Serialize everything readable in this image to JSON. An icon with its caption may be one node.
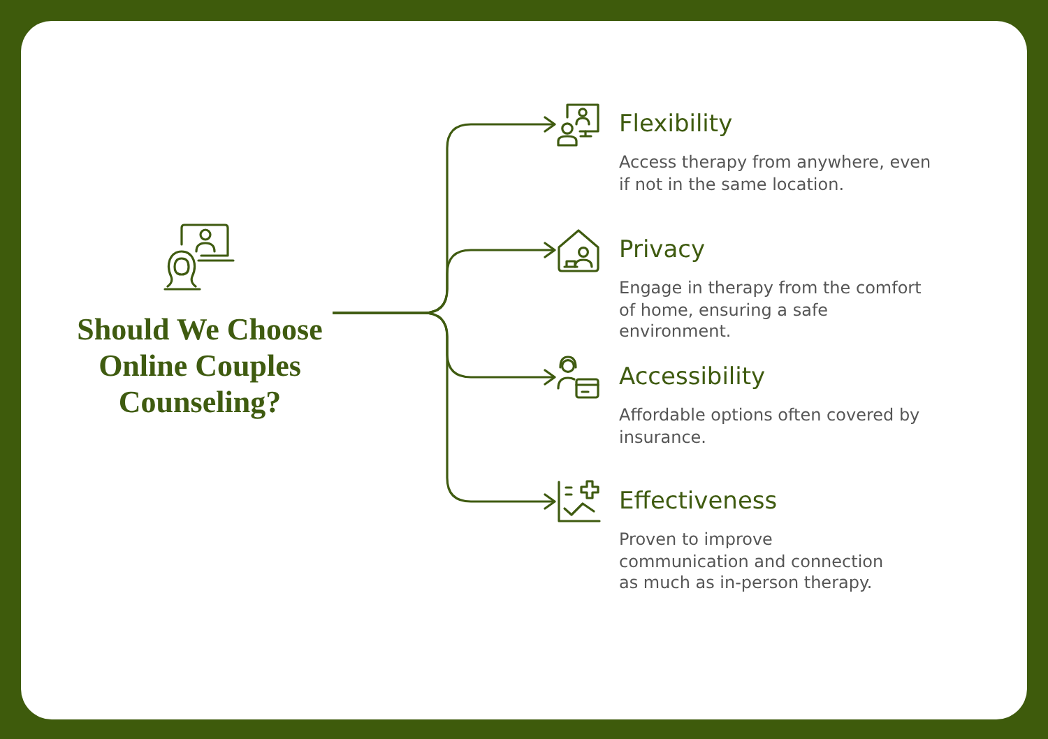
{
  "diagram": {
    "nodes": [
      {
        "text": [
          "Should We Choose Online Couples Counseling?"
        ]
      },
      {
        "text": [
          "Flexibility",
          "Access therapy from anywhere, even if not in the same location."
        ]
      },
      {
        "text": [
          "Privacy",
          "Engage in therapy from the comfort of home, ensuring a safe environment."
        ]
      },
      {
        "text": [
          "Accessibility",
          "Affordable options often covered by insurance."
        ]
      },
      {
        "text": [
          "Effectiveness",
          "Proven to improve communication and connection as much as in-person therapy."
        ]
      }
    ],
    "edges": [
      {
        "from": 0,
        "to": 1,
        "arrow": "to"
      },
      {
        "from": 0,
        "to": 2,
        "arrow": "to"
      },
      {
        "from": 0,
        "to": 3,
        "arrow": "to"
      },
      {
        "from": 0,
        "to": 4,
        "arrow": "to"
      }
    ]
  }
}
